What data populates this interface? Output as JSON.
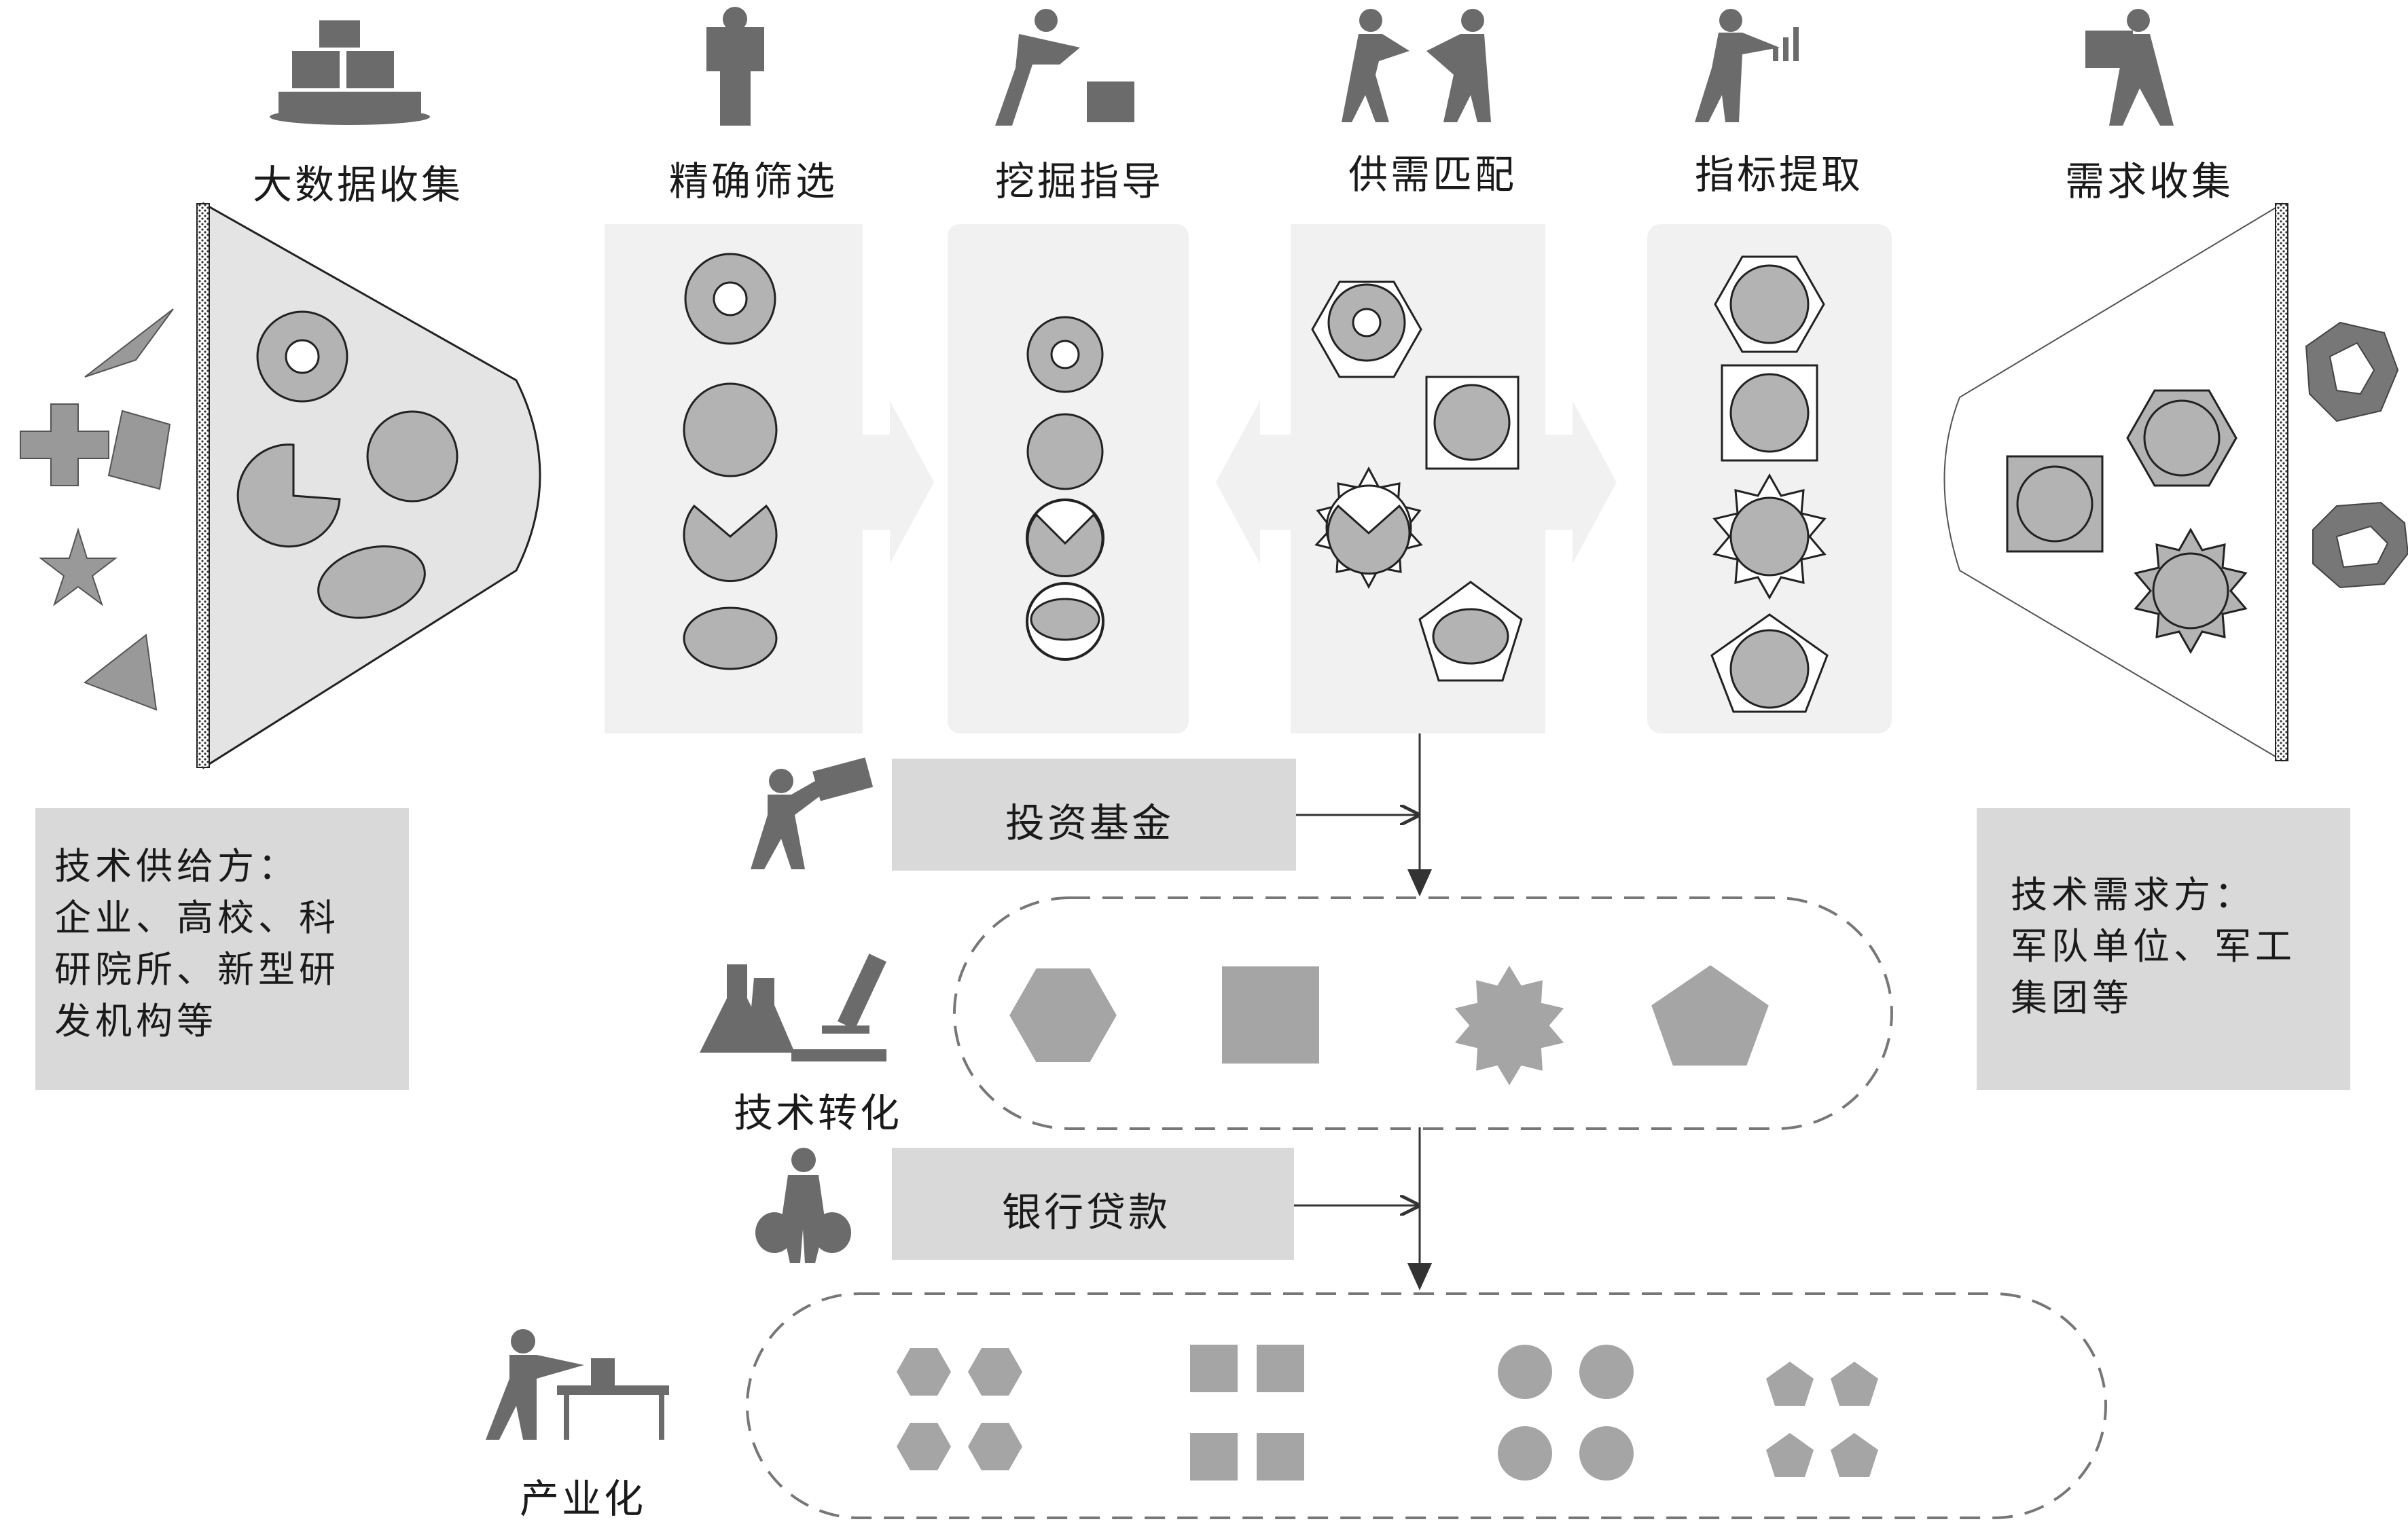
{
  "stages": {
    "collect": "大数据收集",
    "filter": "精确筛选",
    "mine": "挖掘指导",
    "match": "供需匹配",
    "extract": "指标提取",
    "demand": "需求收集"
  },
  "supply": {
    "title": "技术供给方：",
    "lines": [
      "企业、高校、科",
      "研院所、新型研",
      "发机构等"
    ]
  },
  "demand_box": {
    "title": "技术需求方：",
    "lines": [
      "军队单位、军工",
      "集团等"
    ]
  },
  "finance": {
    "fund": "投资基金",
    "loan": "银行贷款"
  },
  "stages_bottom": {
    "transfer": "技术转化",
    "industrial": "产业化"
  },
  "colors": {
    "shape_fill": "#b3b3b3",
    "panel": "#f1f1f1",
    "box": "#d9d9d9",
    "icon": "#6b6b6b"
  }
}
